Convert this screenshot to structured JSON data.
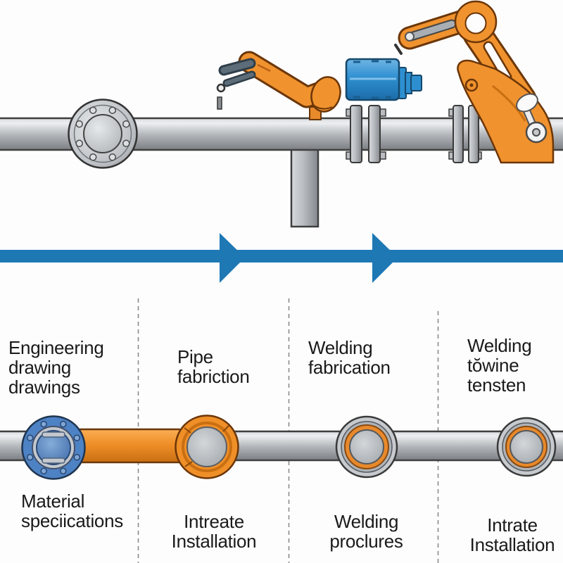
{
  "title": "Pipeline fabrication process infographic",
  "colors": {
    "arrow_blue": "#1E78B4",
    "machine_orange": "#F0922E",
    "machine_orange_dark": "#C96F12",
    "device_blue": "#2E8FD0",
    "flange_blue": "#4D82C4",
    "pipe_gray": "#B3B7BB",
    "divider_gray": "#8C8C8C",
    "text": "#1A1A1A"
  },
  "stages": {
    "top": [
      {
        "label": "Engineering\ndrawing\ndrawings"
      },
      {
        "label": "Pipe\nfabriction"
      },
      {
        "label": "Welding\nfabrication"
      },
      {
        "label": "Welding\ntŏwine\ntensten"
      }
    ],
    "bottom": [
      {
        "label": "Material\nspeciications"
      },
      {
        "label": "Intreate\nInstallation"
      },
      {
        "label": "Welding\nproclures"
      },
      {
        "label": "Intrate\nInstallation"
      }
    ]
  },
  "illustration": {
    "top_scene": [
      "flanged-pipe",
      "welding-torch-arm",
      "sensor-device",
      "robot-arm",
      "flange-pair",
      "flange-pair",
      "branch-pipe"
    ],
    "flow_arrow_direction": "right",
    "bottom_scene": [
      "blue-flange-coupling",
      "orange-coupling",
      "welded-ring",
      "welded-ring"
    ]
  }
}
